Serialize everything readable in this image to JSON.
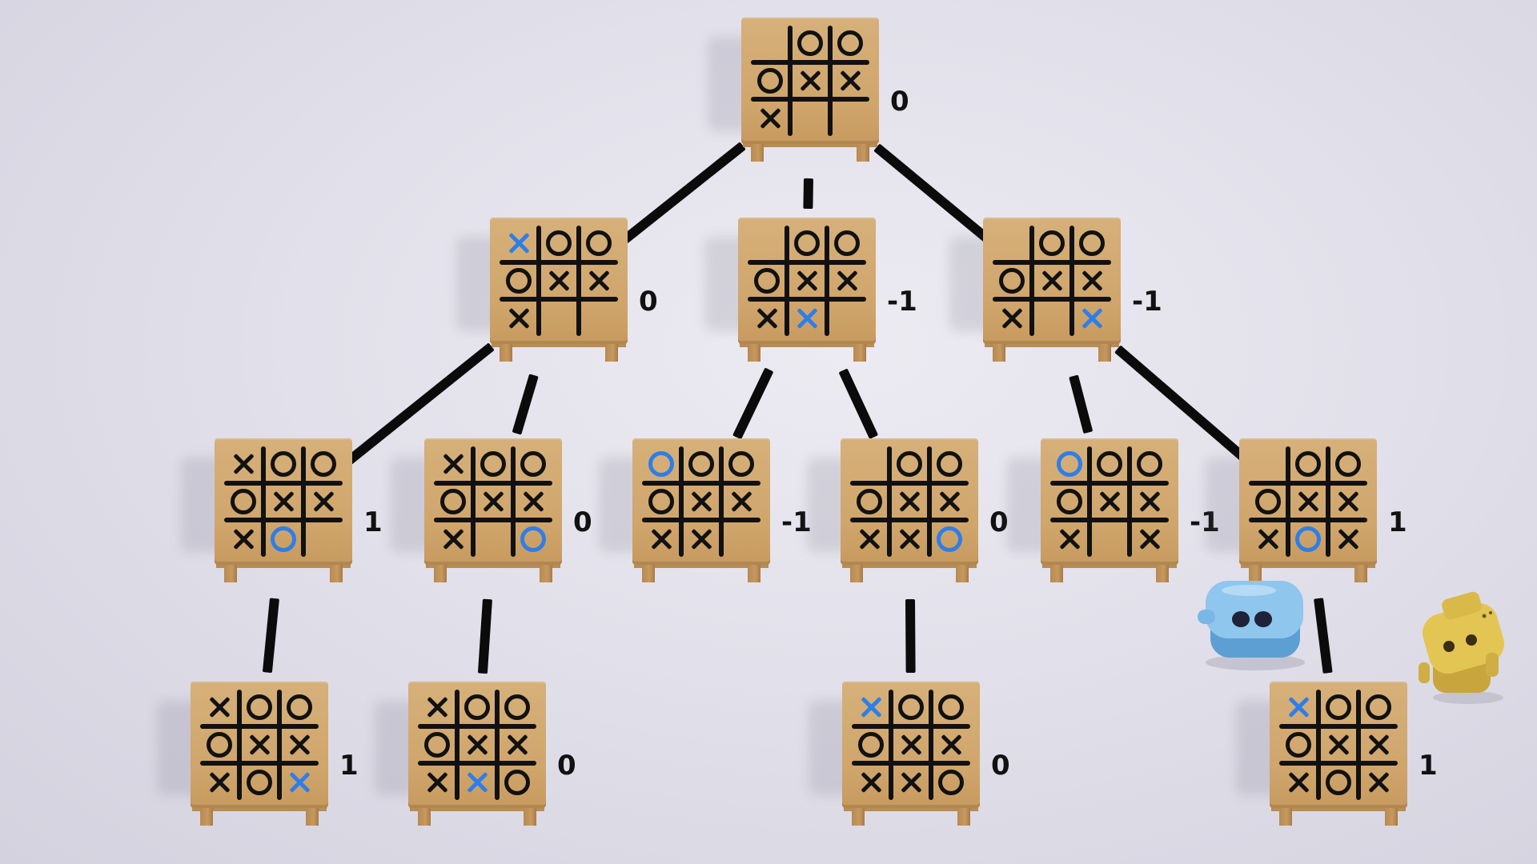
{
  "colors": {
    "mark": "#111111",
    "highlight": "#2f7ee8",
    "table_top": "#d1a96f",
    "background": "#e4e2ea"
  },
  "tree": {
    "nodes": [
      {
        "id": "root",
        "value": "0",
        "board": [
          "",
          "O",
          "O",
          "O",
          "X",
          "X",
          "X",
          "",
          ""
        ],
        "highlight": null
      },
      {
        "id": "l1-a",
        "value": "0",
        "board": [
          "X",
          "O",
          "O",
          "O",
          "X",
          "X",
          "X",
          "",
          ""
        ],
        "highlight": 0
      },
      {
        "id": "l1-b",
        "value": "-1",
        "board": [
          "",
          "O",
          "O",
          "O",
          "X",
          "X",
          "X",
          "X",
          ""
        ],
        "highlight": 7
      },
      {
        "id": "l1-c",
        "value": "-1",
        "board": [
          "",
          "O",
          "O",
          "O",
          "X",
          "X",
          "X",
          "",
          "X"
        ],
        "highlight": 8
      },
      {
        "id": "l2-a",
        "value": "1",
        "board": [
          "X",
          "O",
          "O",
          "O",
          "X",
          "X",
          "X",
          "O",
          ""
        ],
        "highlight": 7
      },
      {
        "id": "l2-b",
        "value": "0",
        "board": [
          "X",
          "O",
          "O",
          "O",
          "X",
          "X",
          "X",
          "",
          "O"
        ],
        "highlight": 8
      },
      {
        "id": "l2-c",
        "value": "-1",
        "board": [
          "O",
          "O",
          "O",
          "O",
          "X",
          "X",
          "X",
          "X",
          ""
        ],
        "highlight": 0
      },
      {
        "id": "l2-d",
        "value": "0",
        "board": [
          "",
          "O",
          "O",
          "O",
          "X",
          "X",
          "X",
          "X",
          "O"
        ],
        "highlight": 8
      },
      {
        "id": "l2-e",
        "value": "-1",
        "board": [
          "O",
          "O",
          "O",
          "O",
          "X",
          "X",
          "X",
          "",
          "X"
        ],
        "highlight": 0
      },
      {
        "id": "l2-f",
        "value": "1",
        "board": [
          "",
          "O",
          "O",
          "O",
          "X",
          "X",
          "X",
          "O",
          "X"
        ],
        "highlight": 7
      },
      {
        "id": "l3-a",
        "value": "1",
        "board": [
          "X",
          "O",
          "O",
          "O",
          "X",
          "X",
          "X",
          "O",
          "X"
        ],
        "highlight": 8
      },
      {
        "id": "l3-b",
        "value": "0",
        "board": [
          "X",
          "O",
          "O",
          "O",
          "X",
          "X",
          "X",
          "X",
          "O"
        ],
        "highlight": 7
      },
      {
        "id": "l3-c",
        "value": "0",
        "board": [
          "X",
          "O",
          "O",
          "O",
          "X",
          "X",
          "X",
          "X",
          "O"
        ],
        "highlight": 0
      },
      {
        "id": "l3-d",
        "value": "1",
        "board": [
          "X",
          "O",
          "O",
          "O",
          "X",
          "X",
          "X",
          "O",
          "X"
        ],
        "highlight": 0
      }
    ],
    "edges": [
      [
        "root",
        "l1-a"
      ],
      [
        "root",
        "l1-b"
      ],
      [
        "root",
        "l1-c"
      ],
      [
        "l1-a",
        "l2-a"
      ],
      [
        "l1-a",
        "l2-b"
      ],
      [
        "l1-b",
        "l2-c"
      ],
      [
        "l1-b",
        "l2-d"
      ],
      [
        "l1-c",
        "l2-e"
      ],
      [
        "l1-c",
        "l2-f"
      ],
      [
        "l2-a",
        "l3-a"
      ],
      [
        "l2-b",
        "l3-b"
      ],
      [
        "l2-d",
        "l3-c"
      ],
      [
        "l2-f",
        "l3-d"
      ]
    ]
  },
  "characters": [
    {
      "name": "blue-robot",
      "color": "#78b8e8"
    },
    {
      "name": "yellow-robot",
      "color": "#e0c24e"
    }
  ]
}
